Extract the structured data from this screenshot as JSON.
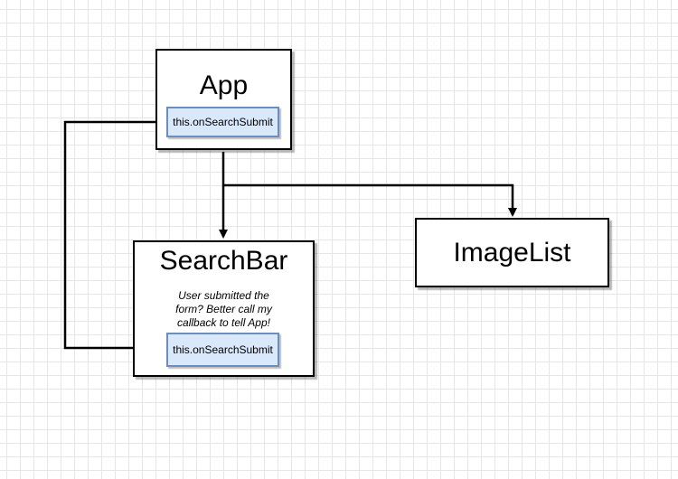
{
  "diagram": {
    "app": {
      "title": "App",
      "handler": "this.onSearchSubmit"
    },
    "searchbar": {
      "title": "SearchBar",
      "note_lines": [
        "User submitted the",
        "form?  Better call my",
        "callback to tell App!"
      ],
      "handler": "this.onSearchSubmit"
    },
    "imagelist": {
      "title": "ImageList"
    },
    "edges": [
      {
        "from": "app",
        "to": "searchbar"
      },
      {
        "from": "app",
        "to": "imagelist"
      },
      {
        "from": "searchbar.handler",
        "to": "app.handler"
      }
    ]
  },
  "colors": {
    "grid": "#e6e6e6",
    "node_border": "#000000",
    "handler_fill": "#dae8fc",
    "handler_border": "#6c8ebf"
  }
}
